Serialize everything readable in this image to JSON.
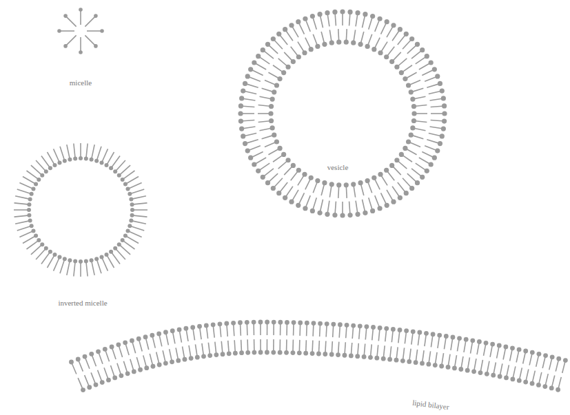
{
  "diagram": {
    "labels": [
      "micelle",
      "vesicle",
      "inverted micelle",
      "lipid bilayer"
    ]
  }
}
